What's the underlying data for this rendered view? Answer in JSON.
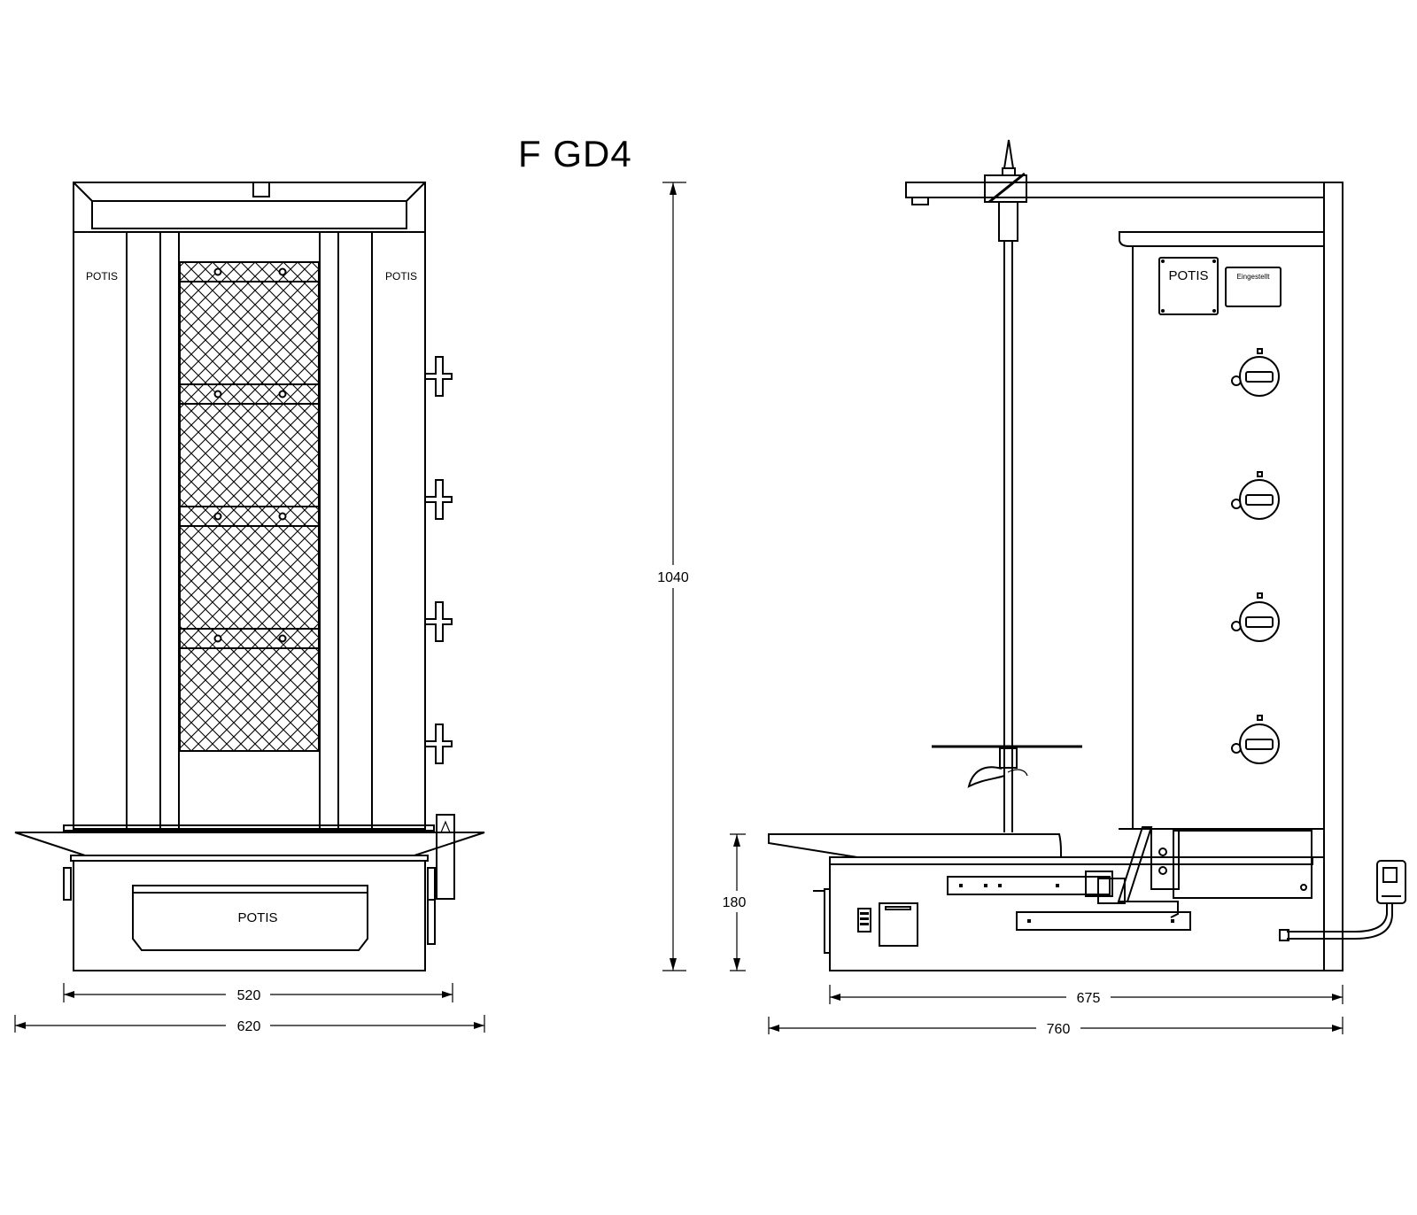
{
  "title": "F GD4",
  "front_view": {
    "brand_left": "POTIS",
    "brand_right": "POTIS",
    "drawer_brand": "POTIS",
    "dim_inner_width": "520",
    "dim_outer_width": "620"
  },
  "side_view": {
    "panel_brand": "POTIS",
    "label_plate": "Eingestellt",
    "dim_total_height": "1040",
    "dim_base_height": "180",
    "dim_inner_depth": "675",
    "dim_outer_depth": "760"
  }
}
